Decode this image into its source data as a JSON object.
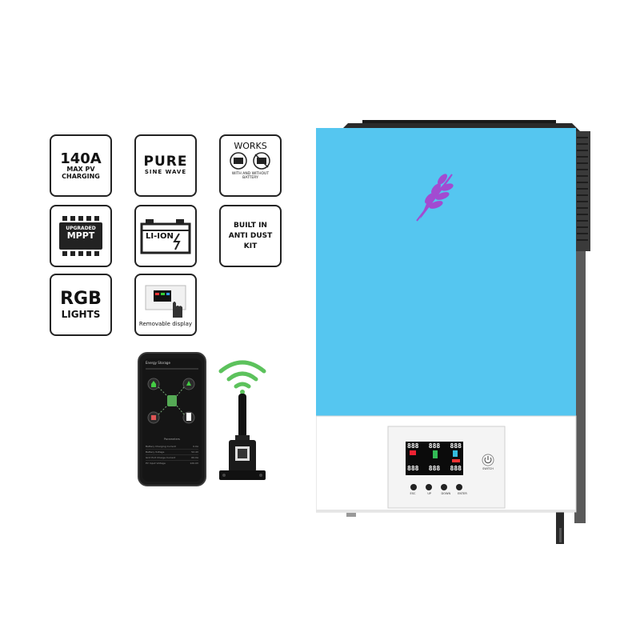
{
  "badges": {
    "charging": {
      "big": "140A",
      "line1": "MAX PV",
      "line2": "CHARGING"
    },
    "sine": {
      "big": "PURE",
      "small": "SINE WAVE"
    },
    "works": {
      "big": "WORKS",
      "tiny1": "WITH AND WITHOUT",
      "tiny2": "BATTERY"
    },
    "mppt": {
      "line1": "UPGRADED",
      "line2": "MPPT"
    },
    "liion": {
      "label": "LI-ION"
    },
    "dust": {
      "line1": "BUILT IN",
      "line2": "ANTI DUST",
      "line3": "KIT"
    },
    "rgb": {
      "big": "RGB",
      "small": "LIGHTS"
    },
    "display": {
      "caption": "Removable display"
    }
  },
  "inverter": {
    "body_color": "#55c6f0",
    "panel_color": "#ffffff",
    "leaf_color": "#a24bd1",
    "screen": {
      "row1": [
        "888",
        "888",
        "888"
      ],
      "row2": [
        "888",
        "888",
        "888"
      ]
    },
    "controls": [
      "ESC",
      "UP",
      "DOWN",
      "ENTER"
    ],
    "power_label": "SWITCH"
  },
  "phone": {
    "title": "Energy Storage",
    "param_header": "Parameters",
    "params": [
      {
        "label": "Battery Charging Current",
        "value": "0.0A"
      },
      {
        "label": "Battery Voltage",
        "value": "52.4V"
      },
      {
        "label": "Grid Port Charge Current",
        "value": "60.0A"
      },
      {
        "label": "PV Input Voltage",
        "value": "120.0V"
      }
    ]
  }
}
